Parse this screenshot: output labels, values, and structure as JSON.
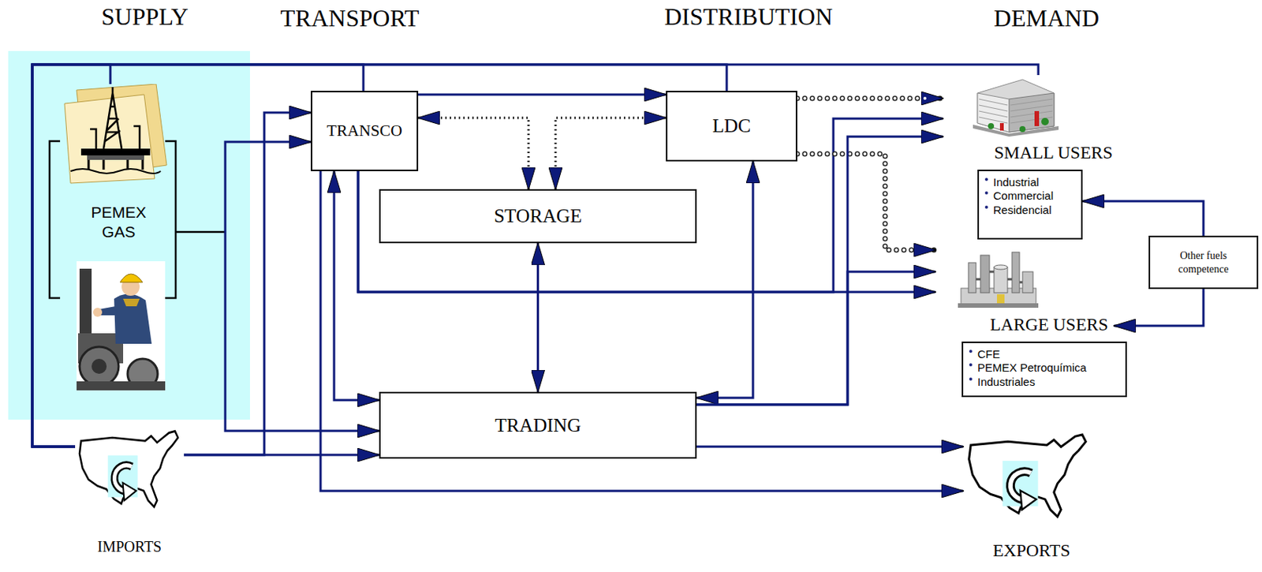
{
  "diagram": {
    "nodes": [
      {
        "text": [
          "PEMEX GAS"
        ]
      },
      {
        "text": [
          "IMPORTS"
        ]
      },
      {
        "text": [
          "TRANSCO"
        ]
      },
      {
        "text": [
          "LDC"
        ]
      },
      {
        "text": [
          "STORAGE"
        ]
      },
      {
        "text": [
          "TRADING"
        ]
      },
      {
        "text": [
          "SMALL USERS"
        ]
      },
      {
        "text": [
          "Industrial",
          "Commercial",
          "Residencial"
        ]
      },
      {
        "text": [
          "LARGE USERS"
        ]
      },
      {
        "text": [
          "CFE",
          "PEMEX Petroquímica",
          "Industriales"
        ]
      },
      {
        "text": [
          "Other fuels competence"
        ]
      },
      {
        "text": [
          "EXPORTS"
        ]
      }
    ],
    "edges": [
      {
        "from": 0,
        "to": 2,
        "arrow": "to"
      },
      {
        "from": 0,
        "to": 5,
        "arrow": "to"
      },
      {
        "from": 1,
        "to": 2,
        "arrow": "to"
      },
      {
        "from": 1,
        "to": 5,
        "arrow": "to"
      },
      {
        "from": 2,
        "to": 3,
        "arrow": "to"
      },
      {
        "from": 2,
        "to": 4,
        "arrow": "both"
      },
      {
        "from": 3,
        "to": 4,
        "arrow": "both"
      },
      {
        "from": 2,
        "to": 5,
        "arrow": "both"
      },
      {
        "from": 2,
        "to": 11,
        "arrow": "to"
      },
      {
        "from": 2,
        "to": 8,
        "arrow": "to"
      },
      {
        "from": 2,
        "to": 6,
        "arrow": "to"
      },
      {
        "from": 4,
        "to": 5,
        "arrow": "both"
      },
      {
        "from": 3,
        "to": 5,
        "arrow": "both"
      },
      {
        "from": 3,
        "to": 6,
        "arrow": "to"
      },
      {
        "from": 3,
        "to": 8,
        "arrow": "to"
      },
      {
        "from": 5,
        "to": 6,
        "arrow": "to"
      },
      {
        "from": 5,
        "to": 8,
        "arrow": "to"
      },
      {
        "from": 5,
        "to": 11,
        "arrow": "to"
      },
      {
        "from": 10,
        "to": 7,
        "arrow": "to"
      },
      {
        "from": 10,
        "to": 8,
        "arrow": "to"
      },
      {
        "from": 1,
        "to": 0,
        "arrow": "none"
      },
      {
        "from": 1,
        "to": 2,
        "arrow": "none"
      },
      {
        "from": 1,
        "to": 3,
        "arrow": "none"
      },
      {
        "from": 1,
        "to": 6,
        "arrow": "none"
      }
    ],
    "labels": [
      "SUPPLY",
      "TRANSPORT",
      "DISTRIBUTION",
      "DEMAND"
    ]
  }
}
